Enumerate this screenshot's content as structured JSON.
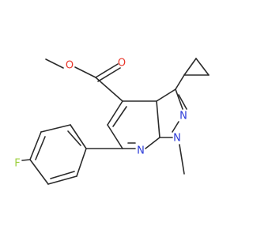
{
  "molecule": {
    "atoms": {
      "O_ether": "O",
      "O_carbonyl": "O",
      "N_pyrazole": "N",
      "N_methyl": "N",
      "N_pyridine": "N",
      "F": "F"
    },
    "colors": {
      "oxygen": "#e8362a",
      "nitrogen": "#2a39d8",
      "fluorine": "#9ccf3c",
      "bond": "#2b2b2b"
    }
  }
}
